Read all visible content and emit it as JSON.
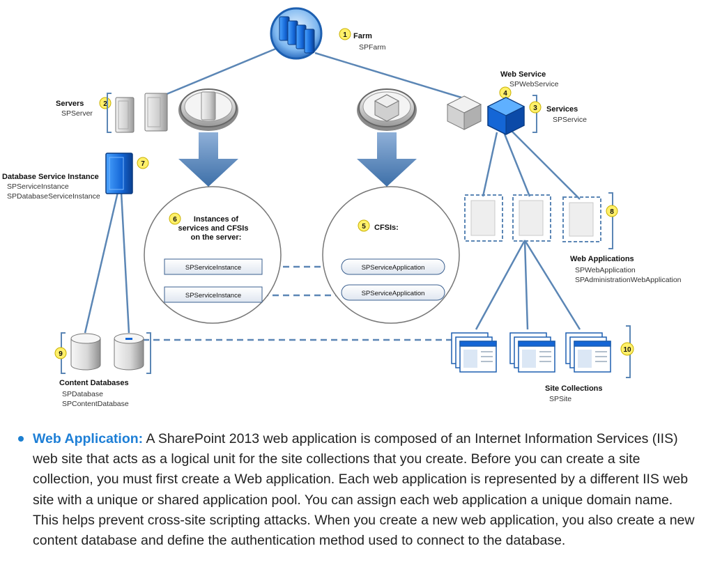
{
  "diagram": {
    "farm": {
      "number": "1",
      "title": "Farm",
      "class_name": "SPFarm"
    },
    "servers": {
      "number": "2",
      "title": "Servers",
      "class_name": "SPServer"
    },
    "services": {
      "number": "3",
      "title": "Services",
      "class_name": "SPService"
    },
    "web_service": {
      "number": "4",
      "title": "Web Service",
      "class_name": "SPWebService"
    },
    "cfsis": {
      "number": "5",
      "title": "CFSIs:",
      "items": [
        "SPServiceApplication",
        "SPServiceApplication"
      ]
    },
    "instances": {
      "number": "6",
      "title_line1": "Instances of",
      "title_line2": "services and CFSIs",
      "title_line3": "on the server:",
      "items": [
        "SPServiceInstance",
        "SPServiceInstance"
      ]
    },
    "db_service_instance": {
      "number": "7",
      "title": "Database Service Instance",
      "class_name_1": "SPServiceInstance",
      "class_name_2": "SPDatabaseServiceInstance"
    },
    "web_applications": {
      "number": "8",
      "title": "Web Applications",
      "class_name_1": "SPWebApplication",
      "class_name_2": "SPAdministrationWebApplication"
    },
    "content_databases": {
      "number": "9",
      "title": "Content Databases",
      "class_name_1": "SPDatabase",
      "class_name_2": "SPContentDatabase"
    },
    "site_collections": {
      "number": "10",
      "title": "Site Collections",
      "class_name": "SPSite"
    }
  },
  "bullet": {
    "term": "Web Application:",
    "text": " A SharePoint 2013 web application is composed of an Internet Information Services (IIS) web site that acts as a logical unit for the site collections that you create. Before you can create a site collection, you must first create a Web application. Each web application is represented by a different IIS web site with a unique or shared application pool. You can assign each web application a unique domain name. This helps prevent cross-site scripting attacks. When you create a new web application, you also create a new content database and define the authentication method used to connect to the database."
  },
  "colors": {
    "accent_blue": "#1e7fd6",
    "connector": "#5b86b5",
    "badge": "#fff06a"
  }
}
